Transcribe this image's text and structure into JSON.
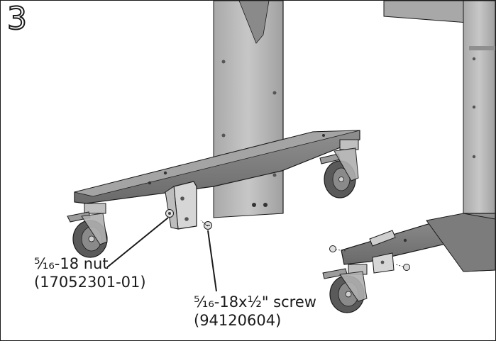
{
  "step": {
    "number": "3"
  },
  "callouts": {
    "nut": {
      "size": "⁵⁄₁₆-18 nut",
      "part_number": "(17052301-01)"
    },
    "screw": {
      "size": "⁵⁄₁₆-18x½\" screw",
      "part_number": "(94120604)"
    }
  },
  "colors": {
    "metal_light": "#b8b8b8",
    "metal_mid": "#9a9a9a",
    "metal_dark": "#6e6e6e",
    "outline": "#1a1a1a",
    "wheel": "#5a5a5a"
  }
}
